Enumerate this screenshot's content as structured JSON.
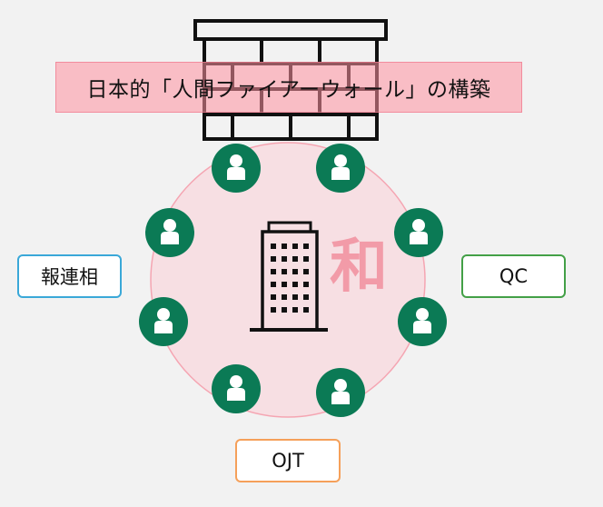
{
  "title": "日本的「人間ファイアーウォール」の構築",
  "center_char": "和",
  "labels": {
    "left": "報連相",
    "right": "QC",
    "bottom": "OJT"
  },
  "colors": {
    "background": "#f2f2f2",
    "circle_fill": "#f7dfe3",
    "circle_stroke": "#f5a5b2",
    "person_badge": "#0b7a55",
    "title_banner": "#ffb3be",
    "center_char": "#f29ba8",
    "label_left_border": "#3aa8d8",
    "label_right_border": "#43a047",
    "label_bottom_border": "#f5a05a"
  },
  "icons": [
    "firewall-icon",
    "office-building-icon",
    "person-icon"
  ],
  "people_count": 8
}
